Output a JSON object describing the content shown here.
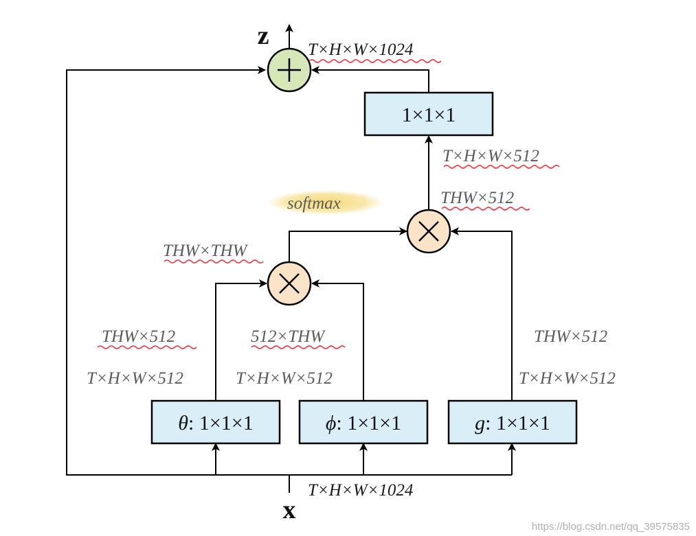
{
  "output_label": "z",
  "input_label": "x",
  "top_dim_label": "T×H×W×1024",
  "bottom_dim_label": "T×H×W×1024",
  "final_conv": {
    "label": "1×1×1"
  },
  "branches": {
    "theta": {
      "symbol": "θ",
      "label": ": 1×1×1",
      "dim_reshaped": "THW×512",
      "dim": "T×H×W×512"
    },
    "phi": {
      "symbol": "ϕ",
      "label": ": 1×1×1",
      "dim_reshaped": "512×THW",
      "dim": "T×H×W×512"
    },
    "g": {
      "symbol": "g",
      "label": ": 1×1×1",
      "dim_reshaped": "THW×512",
      "dim": "T×H×W×512"
    }
  },
  "attention_dim_label": "THW×THW",
  "softmax_label": "softmax",
  "weighted_dim_label": "THW×512",
  "final_conv_in_dim": "T×H×W×512",
  "watermark": "https://blog.csdn.net/qq_39575835",
  "colors": {
    "box_fill": "#daeef8",
    "add_fill": "#d6e8b8",
    "mul_fill": "#fbe3c8",
    "squiggle": "#e8424a",
    "softmax_highlight": "#f5d873"
  },
  "icons": {
    "add_node": "plus-icon",
    "mul_node": "times-icon"
  }
}
